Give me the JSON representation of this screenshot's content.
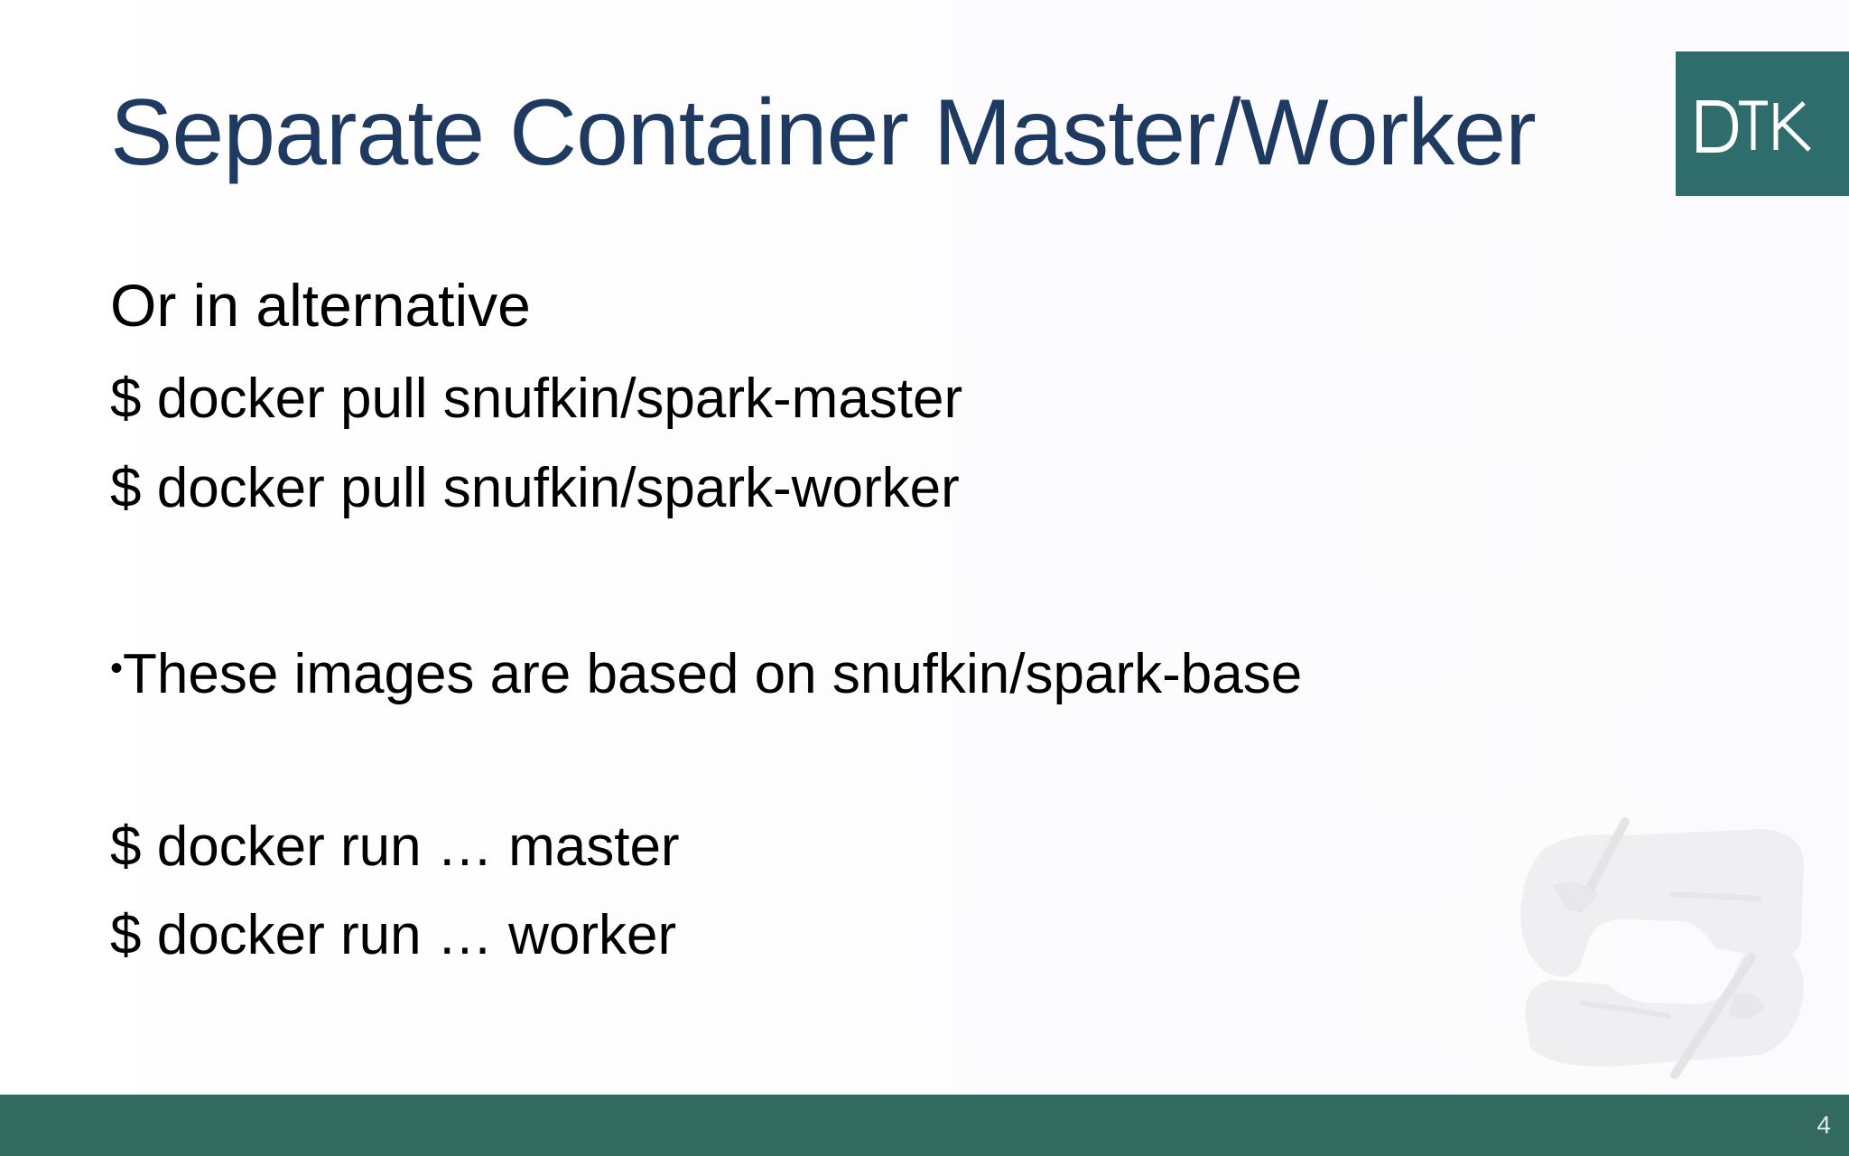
{
  "slide": {
    "title": "Separate Container Master/Worker",
    "logo_text": "DTK",
    "subheading": "Or in alternative",
    "commands_pull": [
      "$ docker pull snufkin/spark-master",
      "$ docker pull snufkin/spark-worker"
    ],
    "bullet_symbol": "•",
    "bullet_text": "These images are based on snufkin/spark-base",
    "commands_run": [
      "$ docker run … master",
      "$ docker run … worker"
    ],
    "page_number": "4"
  },
  "colors": {
    "title": "#1f3a60",
    "logo_bg": "#2e6d6b",
    "footer_bg": "#326a5f",
    "body_text": "#000000"
  },
  "icons": {
    "logo": "dtk-logo-icon",
    "watermark": "hands-drawing-watermark-icon"
  }
}
